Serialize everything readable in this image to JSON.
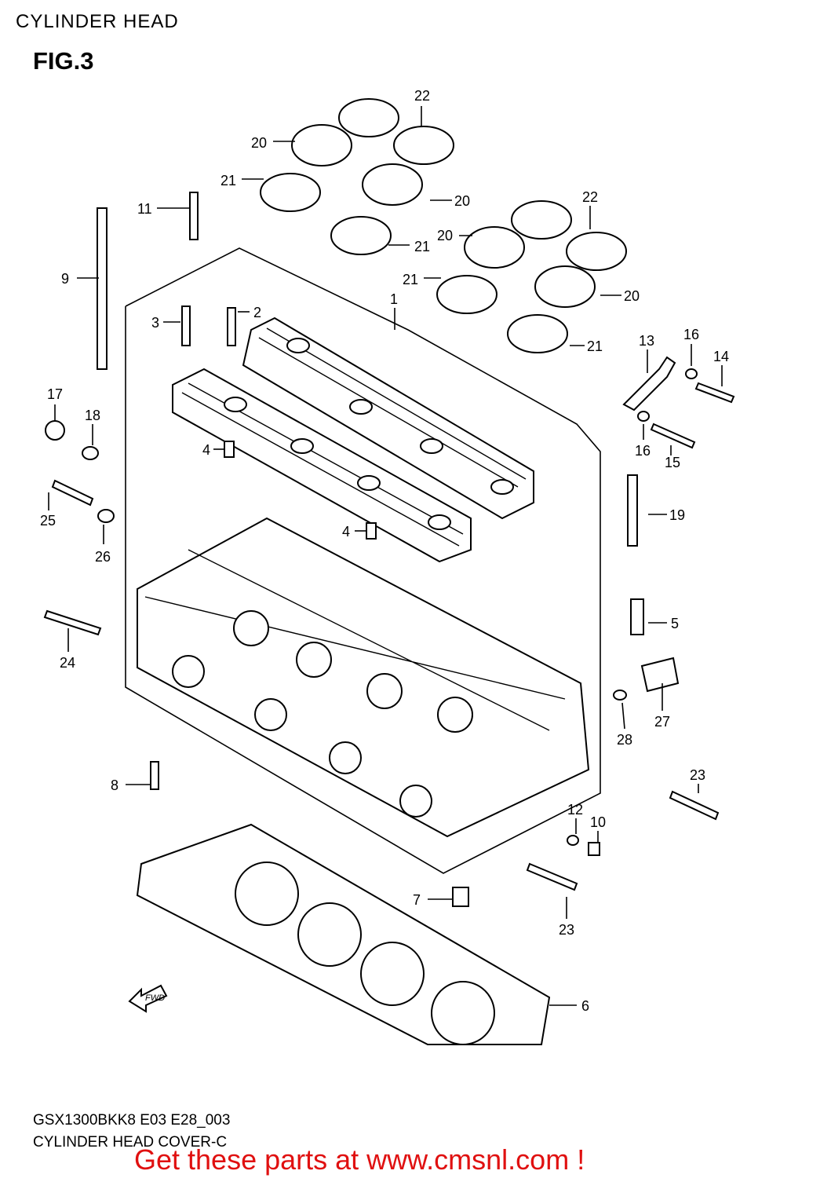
{
  "header": {
    "title": "CYLINDER HEAD",
    "figure": "FIG.3"
  },
  "fwd_arrow": {
    "label": "FWD"
  },
  "callouts": [
    {
      "id": "c22a",
      "text": "22"
    },
    {
      "id": "c20a",
      "text": "20"
    },
    {
      "id": "c21a",
      "text": "21"
    },
    {
      "id": "c20b",
      "text": "20"
    },
    {
      "id": "c21b",
      "text": "21"
    },
    {
      "id": "c11",
      "text": "11"
    },
    {
      "id": "c22b",
      "text": "22"
    },
    {
      "id": "c20c",
      "text": "20"
    },
    {
      "id": "c21c",
      "text": "21"
    },
    {
      "id": "c20d",
      "text": "20"
    },
    {
      "id": "c21d",
      "text": "21"
    },
    {
      "id": "c9",
      "text": "9"
    },
    {
      "id": "c1",
      "text": "1"
    },
    {
      "id": "c3",
      "text": "3"
    },
    {
      "id": "c2",
      "text": "2"
    },
    {
      "id": "c13",
      "text": "13"
    },
    {
      "id": "c16a",
      "text": "16"
    },
    {
      "id": "c14",
      "text": "14"
    },
    {
      "id": "c17",
      "text": "17"
    },
    {
      "id": "c18",
      "text": "18"
    },
    {
      "id": "c16b",
      "text": "16"
    },
    {
      "id": "c15",
      "text": "15"
    },
    {
      "id": "c4a",
      "text": "4"
    },
    {
      "id": "c25",
      "text": "25"
    },
    {
      "id": "c19",
      "text": "19"
    },
    {
      "id": "c26",
      "text": "26"
    },
    {
      "id": "c4b",
      "text": "4"
    },
    {
      "id": "c5",
      "text": "5"
    },
    {
      "id": "c24",
      "text": "24"
    },
    {
      "id": "c27",
      "text": "27"
    },
    {
      "id": "c28",
      "text": "28"
    },
    {
      "id": "c8",
      "text": "8"
    },
    {
      "id": "c23a",
      "text": "23"
    },
    {
      "id": "c12",
      "text": "12"
    },
    {
      "id": "c10",
      "text": "10"
    },
    {
      "id": "c7",
      "text": "7"
    },
    {
      "id": "c23b",
      "text": "23"
    },
    {
      "id": "c6",
      "text": "6"
    }
  ],
  "footer": {
    "model_code": "GSX1300BKK8 E03 E28_003",
    "reference_name": "CYLINDER HEAD COVER-C",
    "banner": "Get these parts at www.cmsnl.com !",
    "banner_color": "#e01010"
  }
}
